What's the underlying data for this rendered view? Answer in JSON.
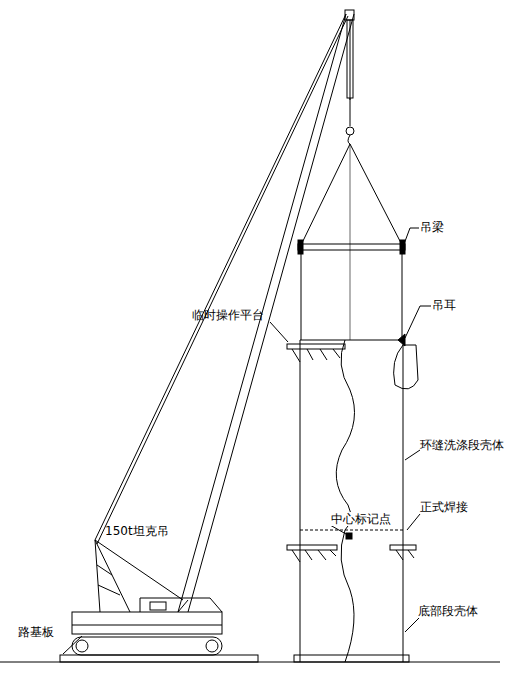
{
  "diagram": {
    "labels": [
      "吊梁",
      "吊耳",
      "临时操作平台",
      "环缝洗涤段壳体",
      "中心标记点",
      "正式焊接",
      "150t坦克吊",
      "底部段壳体",
      "路基板"
    ]
  }
}
